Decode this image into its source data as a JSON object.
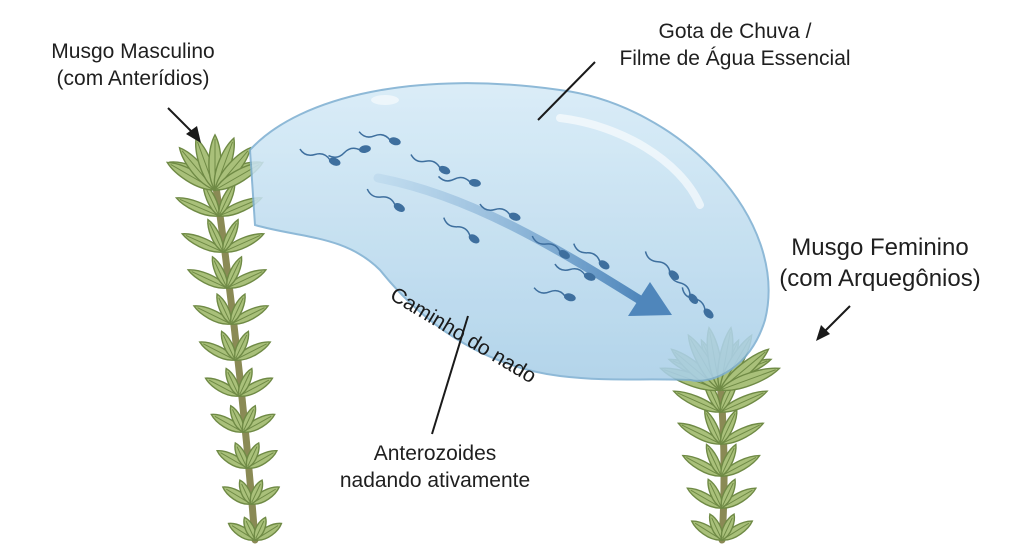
{
  "labels": {
    "male_moss": [
      "Musgo Masculino",
      "(com Anterídios)"
    ],
    "water_drop": [
      "Gota de Chuva /",
      "Filme de Água Essencial"
    ],
    "female_moss": [
      "Musgo Feminino",
      "(com Arquegônios)"
    ],
    "sperm": [
      "Anterozoides",
      "nadando ativamente"
    ],
    "swim_path": "Caminho do nado"
  },
  "colors": {
    "water_fill": "#bfdcef",
    "water_edge": "#7fb0d2",
    "leaf": "#a9c07a",
    "leaf_dark": "#6f8a45",
    "stem": "#8a8a55",
    "sperm": "#3e6f9e",
    "arrow": "#5a8fc0"
  },
  "sperm_count": 15
}
